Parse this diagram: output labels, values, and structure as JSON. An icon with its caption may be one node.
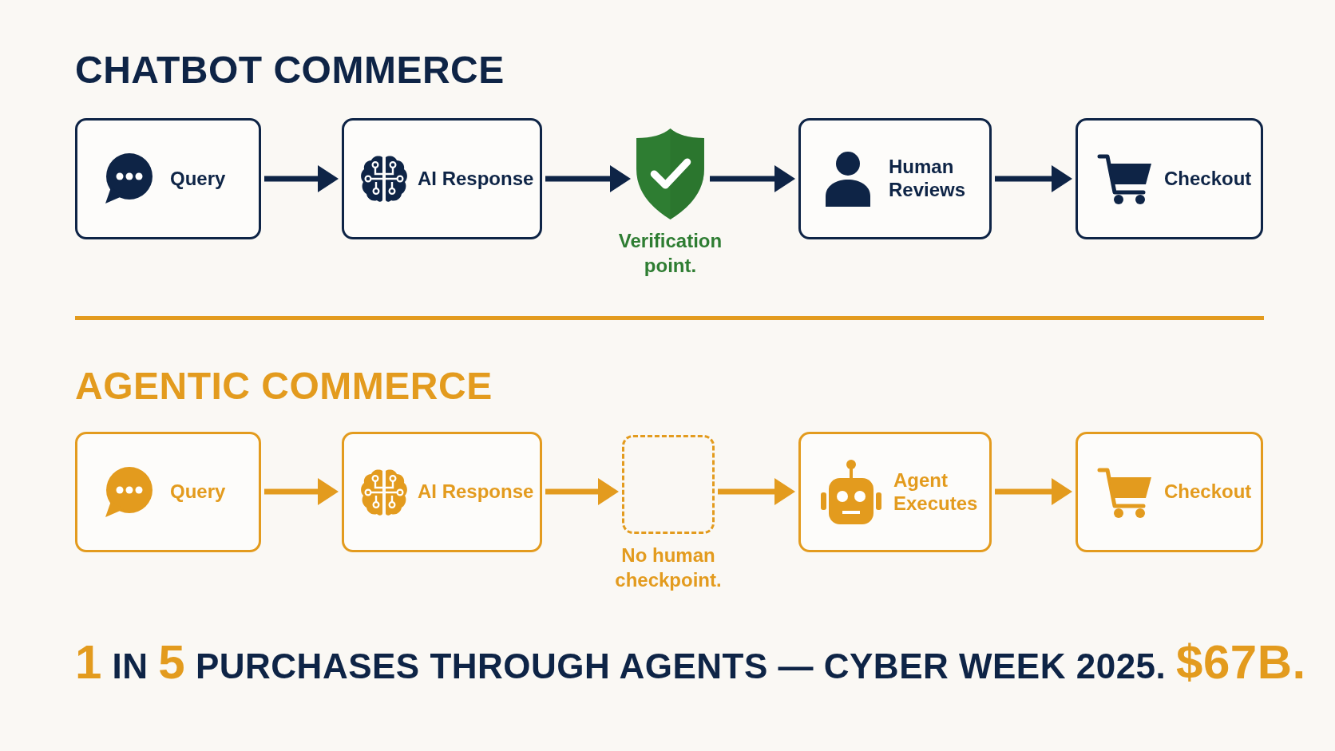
{
  "diagram": {
    "nodes": [
      {
        "text": [
          "Query"
        ]
      },
      {
        "text": [
          "AI Response"
        ]
      },
      {
        "text": [],
        "shape": "shield",
        "beside": [
          "Verification point."
        ]
      },
      {
        "text": [
          "Human Reviews"
        ]
      },
      {
        "text": [
          "Checkout"
        ]
      },
      {
        "text": [
          "Query"
        ]
      },
      {
        "text": [
          "AI Response"
        ]
      },
      {
        "text": [],
        "shape": "box",
        "beside": [
          "No human checkpoint."
        ]
      },
      {
        "text": [
          "Agent Executes"
        ]
      },
      {
        "text": [
          "Checkout"
        ]
      }
    ],
    "edges": [
      {
        "from": 0,
        "to": 1,
        "arrow": "to"
      },
      {
        "from": 1,
        "to": 2,
        "arrow": "to"
      },
      {
        "from": 2,
        "to": 3,
        "arrow": "to"
      },
      {
        "from": 3,
        "to": 4,
        "arrow": "to"
      },
      {
        "from": 5,
        "to": 6,
        "arrow": "to",
        "color": "#e39b1e"
      },
      {
        "from": 6,
        "to": 7,
        "arrow": "to",
        "color": "#e39b1e"
      },
      {
        "from": 7,
        "to": 8,
        "arrow": "to",
        "color": "#e39b1e"
      },
      {
        "from": 8,
        "to": 9,
        "arrow": "to",
        "color": "#e39b1e"
      }
    ],
    "labels": [
      "CHATBOT COMMERCE",
      "AGENTIC COMMERCE",
      "**1** IN **5** PURCHASES THROUGH AGENTS — CYBER WEEK 2025. **$67B.**"
    ]
  }
}
